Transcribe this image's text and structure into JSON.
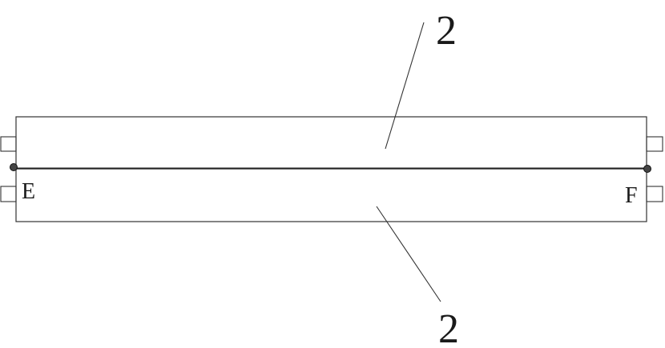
{
  "labels": {
    "upper_part": "2",
    "lower_part": "2",
    "point_left": "E",
    "point_right": "F"
  }
}
